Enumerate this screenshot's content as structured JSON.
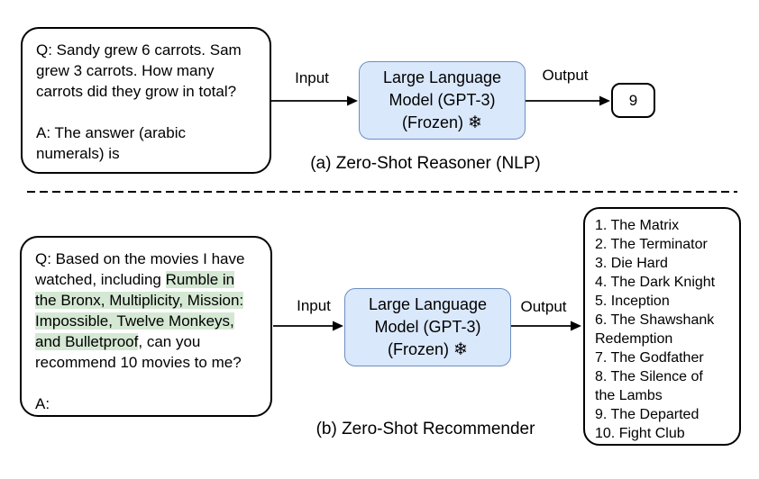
{
  "colors": {
    "llm_fill": "#dae8fc",
    "llm_border": "#6c8ebf",
    "highlight": "#d5e8d4",
    "stroke": "#000000"
  },
  "llm": {
    "line1": "Large Language",
    "line2": "Model (GPT-3)",
    "line3": "(Frozen)",
    "snowflake_glyph": "❄"
  },
  "section_a": {
    "prompt": "Q: Sandy grew 6 carrots. Sam\ngrew 3 carrots. How many\ncarrots did they grow in total?\n\nA: The answer (arabic\nnumerals) is",
    "input_label": "Input",
    "output_label": "Output",
    "output_value": "9",
    "caption": "(a) Zero-Shot Reasoner (NLP)"
  },
  "section_b": {
    "prompt_segments": [
      {
        "text": "Q: Based on the movies I have\nwatched, including ",
        "highlight": false
      },
      {
        "text": "Rumble in\nthe Bronx, Multiplicity, Mission:\nImpossible, Twelve Monkeys,\nand Bulletproof",
        "highlight": true
      },
      {
        "text": ", can you\nrecommend 10 movies to me?\n\nA:",
        "highlight": false
      }
    ],
    "input_label": "Input",
    "output_label": "Output",
    "recommendations": "1. The Matrix\n2. The Terminator\n3. Die Hard\n4. The Dark Knight\n5. Inception\n6. The Shawshank\nRedemption\n7. The Godfather\n8. The Silence of\nthe Lambs\n9. The Departed\n10. Fight Club",
    "caption": "(b) Zero-Shot Recommender"
  }
}
